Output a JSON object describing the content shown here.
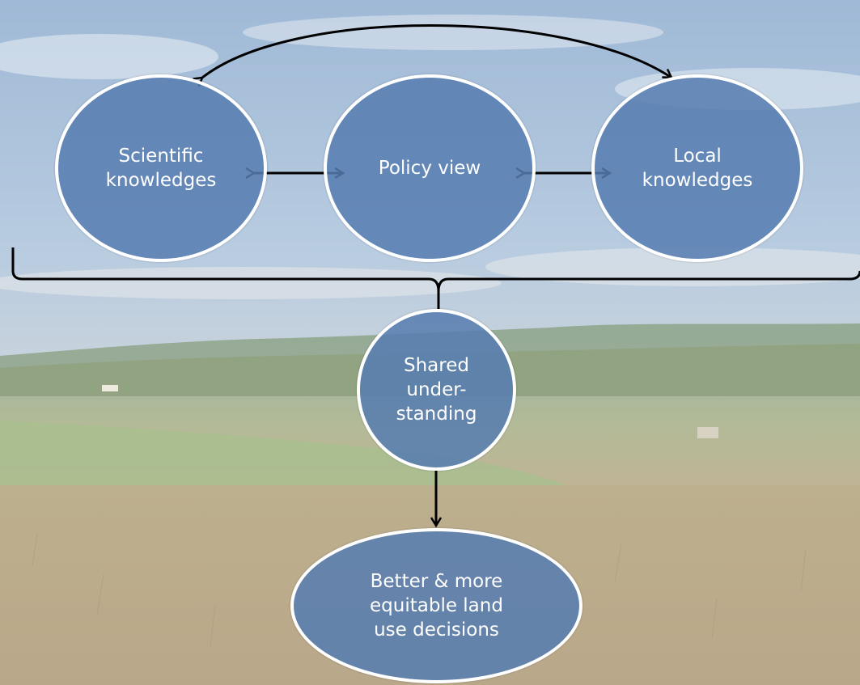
{
  "nodes": {
    "scientific": "Scientific\nknowledges",
    "policy": "Policy view",
    "local": "Local\nknowledges",
    "shared": "Shared\nunder-\nstanding",
    "better": "Better & more\nequitable land\nuse decisions"
  },
  "colors": {
    "node_fill": "#567db0",
    "node_border": "#ffffff",
    "arrow": "#000000"
  }
}
